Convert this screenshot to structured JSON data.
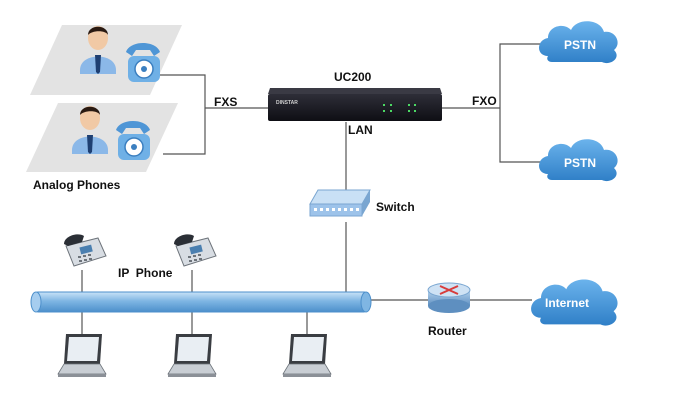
{
  "labels": {
    "device": "UC200",
    "device_brand": "DINSTAR",
    "fxs": "FXS",
    "fxo": "FXO",
    "lan": "LAN",
    "switch": "Switch",
    "analog_phones": "Analog Phones",
    "ip_phone": "IP  Phone",
    "router": "Router",
    "pstn_top": "PSTN",
    "pstn_bottom": "PSTN",
    "internet": "Internet"
  },
  "colors": {
    "line": "#555555",
    "cloud": "#3c8dd4",
    "pipe": "#7fb6e3",
    "device": "#1a1a22",
    "router": "#7aa6d1",
    "router_arrows": "#d83c3c",
    "switch": "#9dc3ea",
    "person_shirt": "#8bb8e8",
    "tie": "#1e3f72",
    "analog_phone": "#6fb0e6",
    "panel": "#e3e3e3"
  }
}
